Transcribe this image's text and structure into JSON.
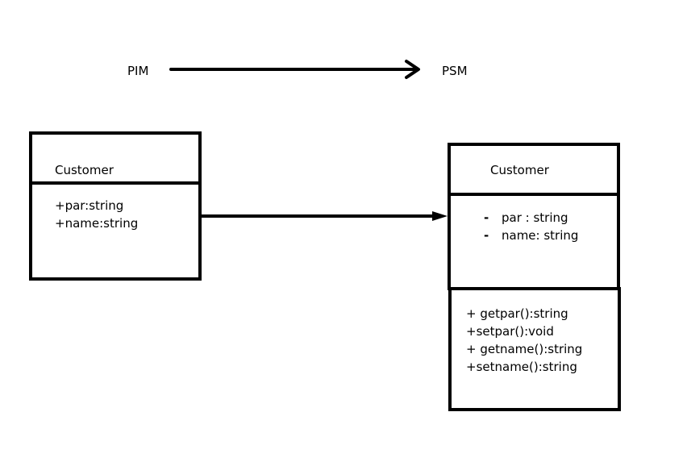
{
  "header": {
    "source_label": "PIM",
    "target_label": "PSM"
  },
  "pim_class": {
    "name": "Customer",
    "attributes": [
      "+par:string",
      "+name:string"
    ]
  },
  "psm_class": {
    "name": "Customer",
    "attribute_marker": "-",
    "attributes": [
      "par : string",
      "name: string"
    ],
    "methods": [
      "+ getpar():string",
      "+setpar():void",
      "+ getname():string",
      "+setname():string"
    ]
  },
  "colors": {
    "line": "#000000",
    "background": "#ffffff"
  }
}
